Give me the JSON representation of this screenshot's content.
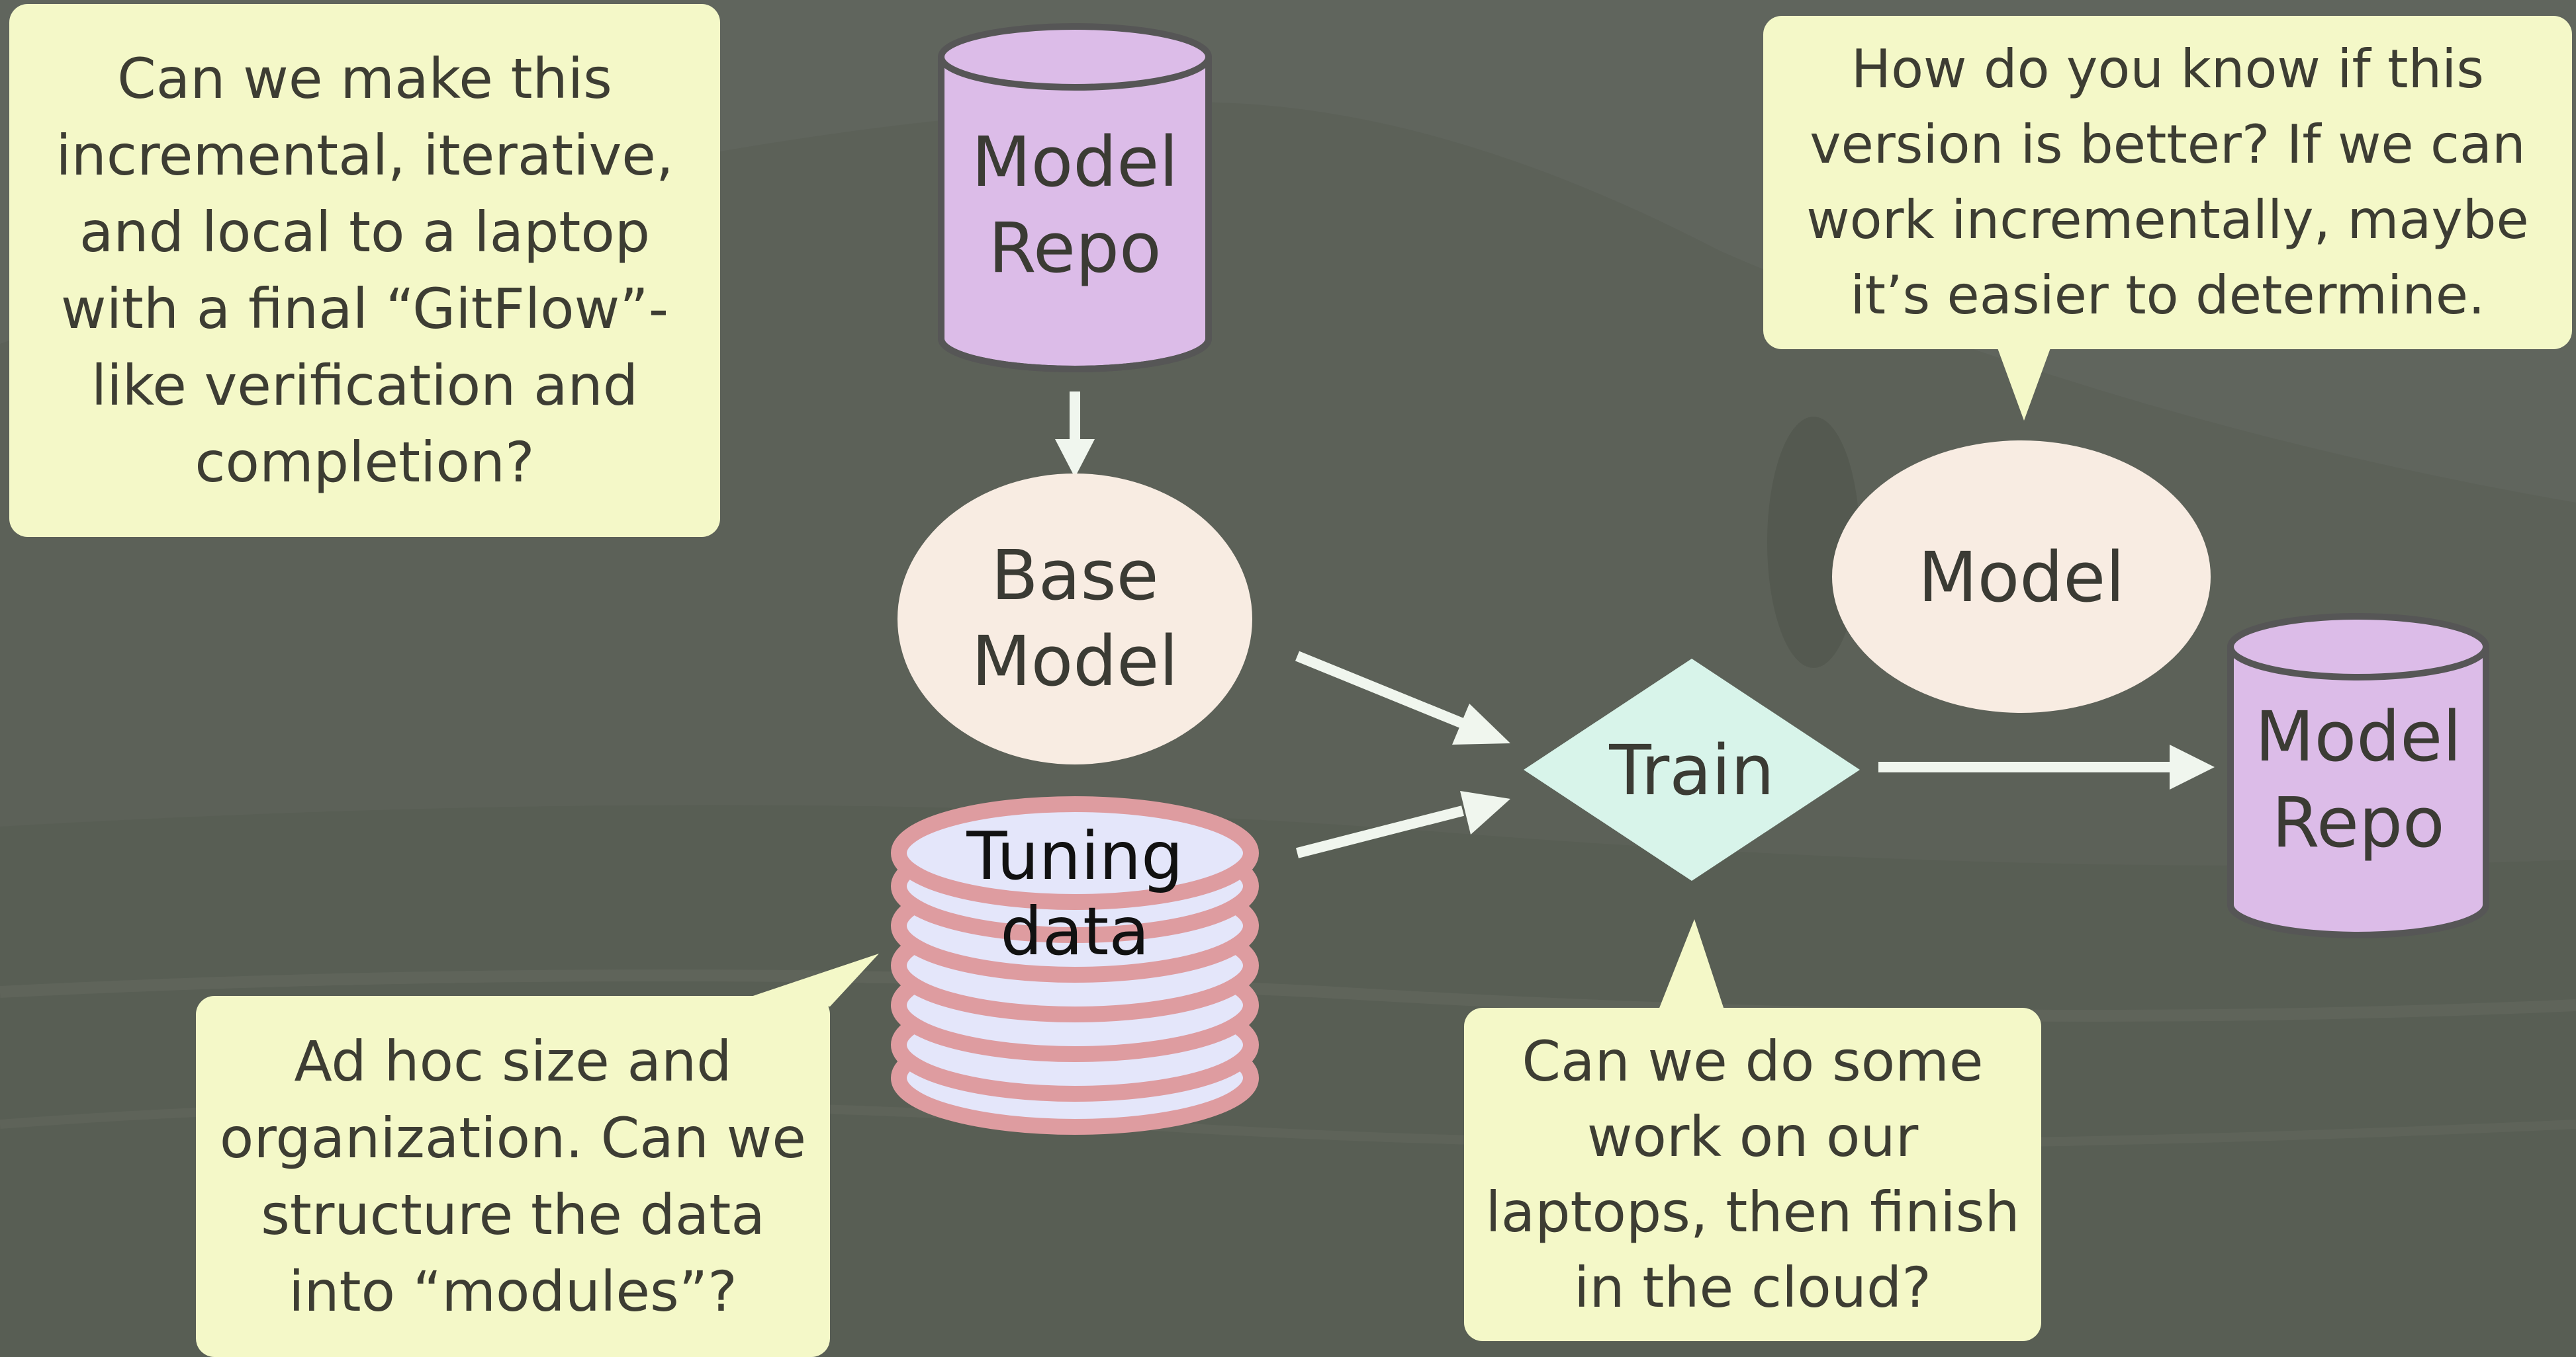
{
  "callouts": {
    "top_left": "Can we make this\nincremental, iterative,\nand local to a laptop\nwith a final “GitFlow”-\nlike verification and\ncompletion?",
    "top_right": "How do you know if this\nversion is better? If we can\nwork incrementally, maybe\nit’s easier to determine.",
    "bottom_left": "Ad hoc size and\norganization. Can we\nstructure the data\ninto “modules”?",
    "bottom_center": "Can we do some\nwork on our\nlaptops, then finish\nin the cloud?"
  },
  "nodes": {
    "model_repo_source": "Model\nRepo",
    "base_model": "Base\nModel",
    "tuning_data": "Tuning\ndata",
    "train": "Train",
    "model": "Model",
    "model_repo_target": "Model\nRepo"
  },
  "colors": {
    "background": "#5c6158",
    "callout_fill": "#f4f8c8",
    "repo_fill": "#dcbce8",
    "model_fill": "#f8ece2",
    "train_fill": "#d8f4ea",
    "data_ring": "#de9ca0",
    "data_fill": "#e4e6fa",
    "arrow": "#f0f6ee"
  }
}
